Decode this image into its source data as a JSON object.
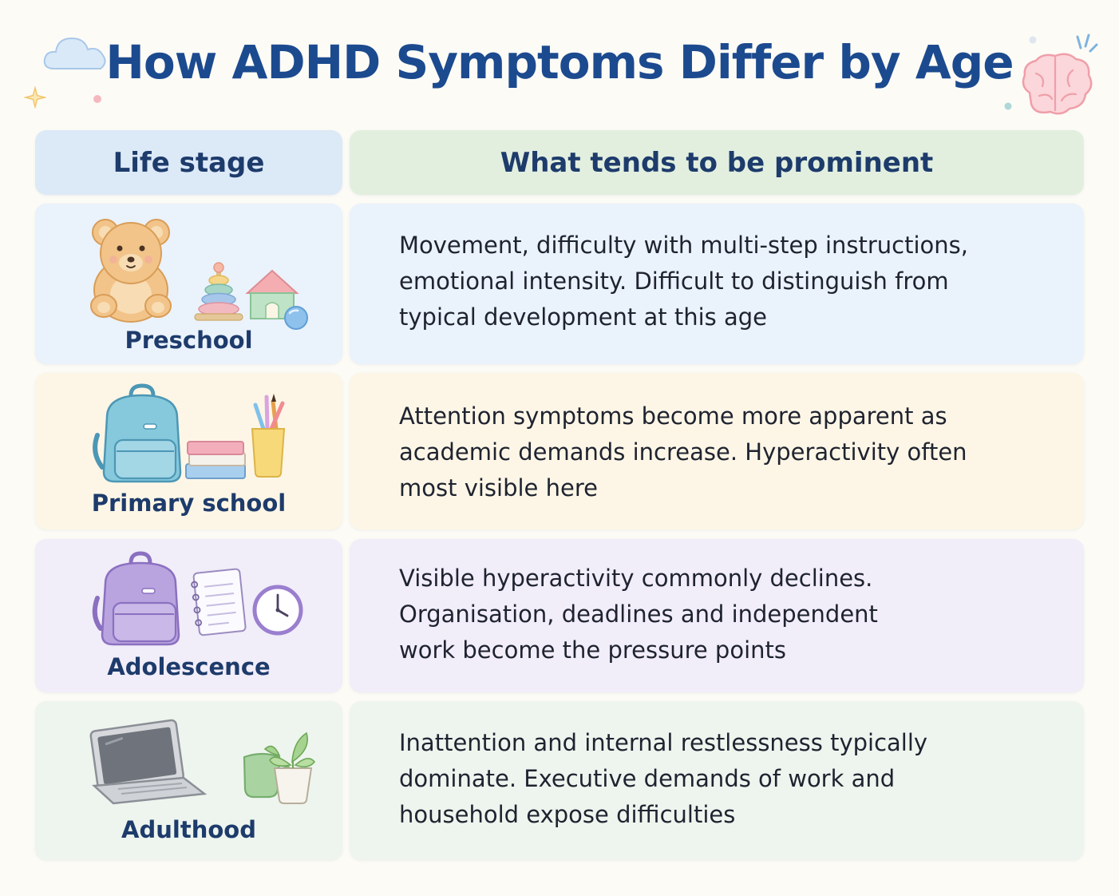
{
  "title": "How ADHD Symptoms Differ by Age",
  "headers": {
    "stage": "Life stage",
    "prominent": "What tends to be prominent"
  },
  "rows": [
    {
      "stage": "Preschool",
      "icon": "teddy-bear-toys-icon",
      "lines": [
        "Movement, difficulty with multi-step instructions,",
        "emotional intensity. Difficult to distinguish from",
        "typical development at this age"
      ]
    },
    {
      "stage": "Primary school",
      "icon": "school-backpack-books-icon",
      "lines": [
        "Attention symptoms become more apparent as",
        "academic demands increase. Hyperactivity often",
        "most visible here"
      ]
    },
    {
      "stage": "Adolescence",
      "icon": "backpack-notebook-clock-icon",
      "lines": [
        "Visible hyperactivity commonly declines.",
        "Organisation, deadlines and independent",
        "work become the pressure points"
      ]
    },
    {
      "stage": "Adulthood",
      "icon": "laptop-mug-plant-icon",
      "lines": [
        "Inattention and internal restlessness typically",
        "dominate. Executive demands of work and",
        "household expose difficulties"
      ]
    }
  ],
  "colors": {
    "title": "#1c4a8f",
    "header_stage_bg": "#dce9f7",
    "header_prominent_bg": "#e2efdf",
    "preschool_bg": "#eaf2fb",
    "primary_bg": "#fdf6e6",
    "adolescence_bg": "#f1edf9",
    "adulthood_bg": "#eef5ee"
  }
}
